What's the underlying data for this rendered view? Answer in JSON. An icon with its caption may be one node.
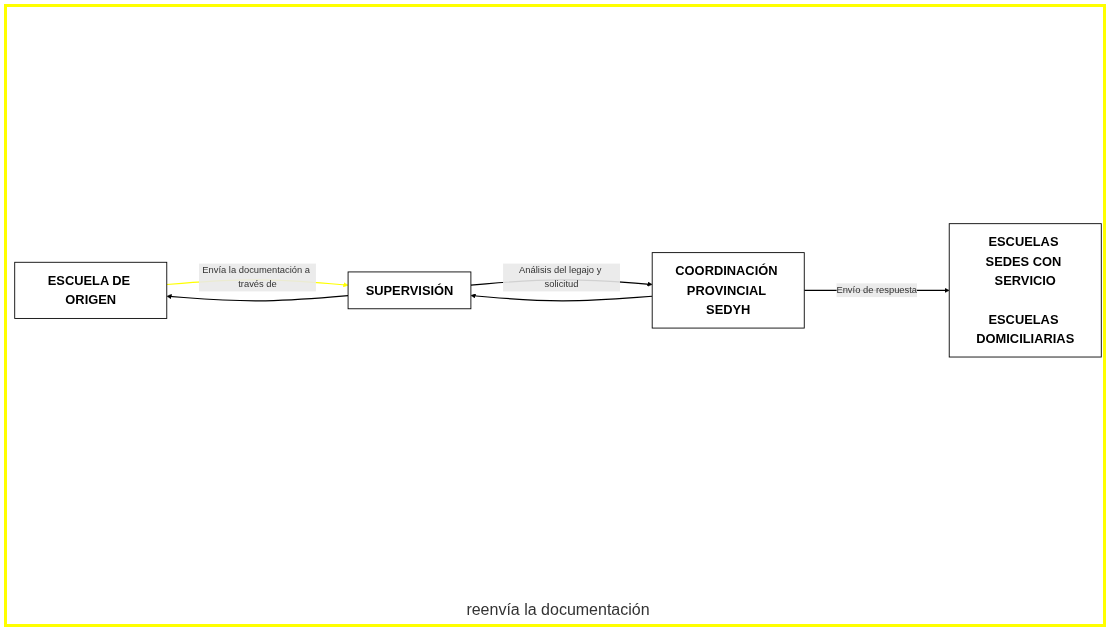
{
  "diagram": {
    "nodes": [
      {
        "text": [
          "ESCUELA DE ORIGEN"
        ]
      },
      {
        "text": [
          "SUPERVISIÓN"
        ]
      },
      {
        "text": [
          "COORDINACIÓN PROVINCIAL SEDYH"
        ]
      },
      {
        "text": [
          "ESCUELAS SEDES CON SERVICIO",
          "ESCUELAS DOMICILIARIAS"
        ]
      }
    ],
    "edges": [
      {
        "from": 0,
        "to": 1,
        "arrow": "to",
        "label": "Envía la documentación a través de",
        "color": "#ffff00"
      },
      {
        "from": 1,
        "to": 0,
        "arrow": "to"
      },
      {
        "from": 1,
        "to": 2,
        "arrow": "to",
        "label": "Análisis del legajo y solicitud"
      },
      {
        "from": 2,
        "to": 1,
        "arrow": "to"
      },
      {
        "from": 2,
        "to": 3,
        "arrow": "to",
        "label": "Envío de respuesta"
      }
    ],
    "labels": [
      "reenvía la documentación"
    ]
  }
}
